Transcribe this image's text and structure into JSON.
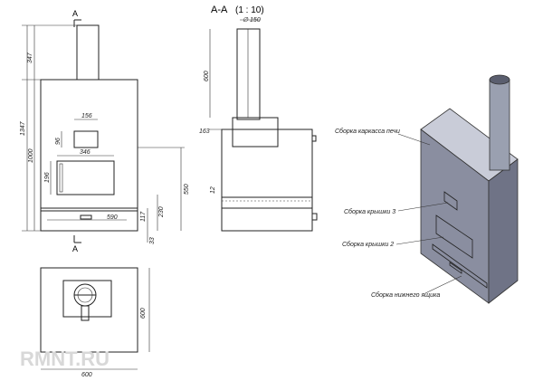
{
  "section_letter_top": "A",
  "section_letter_bottom": "A",
  "section_title": "A-A",
  "section_scale": "(1 : 10)",
  "dims": {
    "chimney_h": "347",
    "total_h": "1347",
    "body_h": "1000",
    "door_small_w": "156",
    "door_small_h": "96",
    "door_big_w": "346",
    "door_big_h": "196",
    "h550": "550",
    "w590": "590",
    "h117": "117",
    "h230": "230",
    "h33": "33",
    "pipe_dia": "∅ 150",
    "pipe_h": "600",
    "h163": "163",
    "h12": "12",
    "plan_w": "600",
    "plan_d": "600"
  },
  "labels": {
    "frame": "Сборка каркасса печи",
    "lid3": "Сборка крышки 3",
    "lid2": "Сборка крышки 2",
    "drawer": "Сборка нижнего ящика"
  },
  "watermark": "RMNT.RU",
  "colors": {
    "metal_front": "#8a8ea0",
    "metal_side": "#6f7386",
    "metal_top": "#c9ccd8",
    "pipe": "#9aa0b0"
  }
}
